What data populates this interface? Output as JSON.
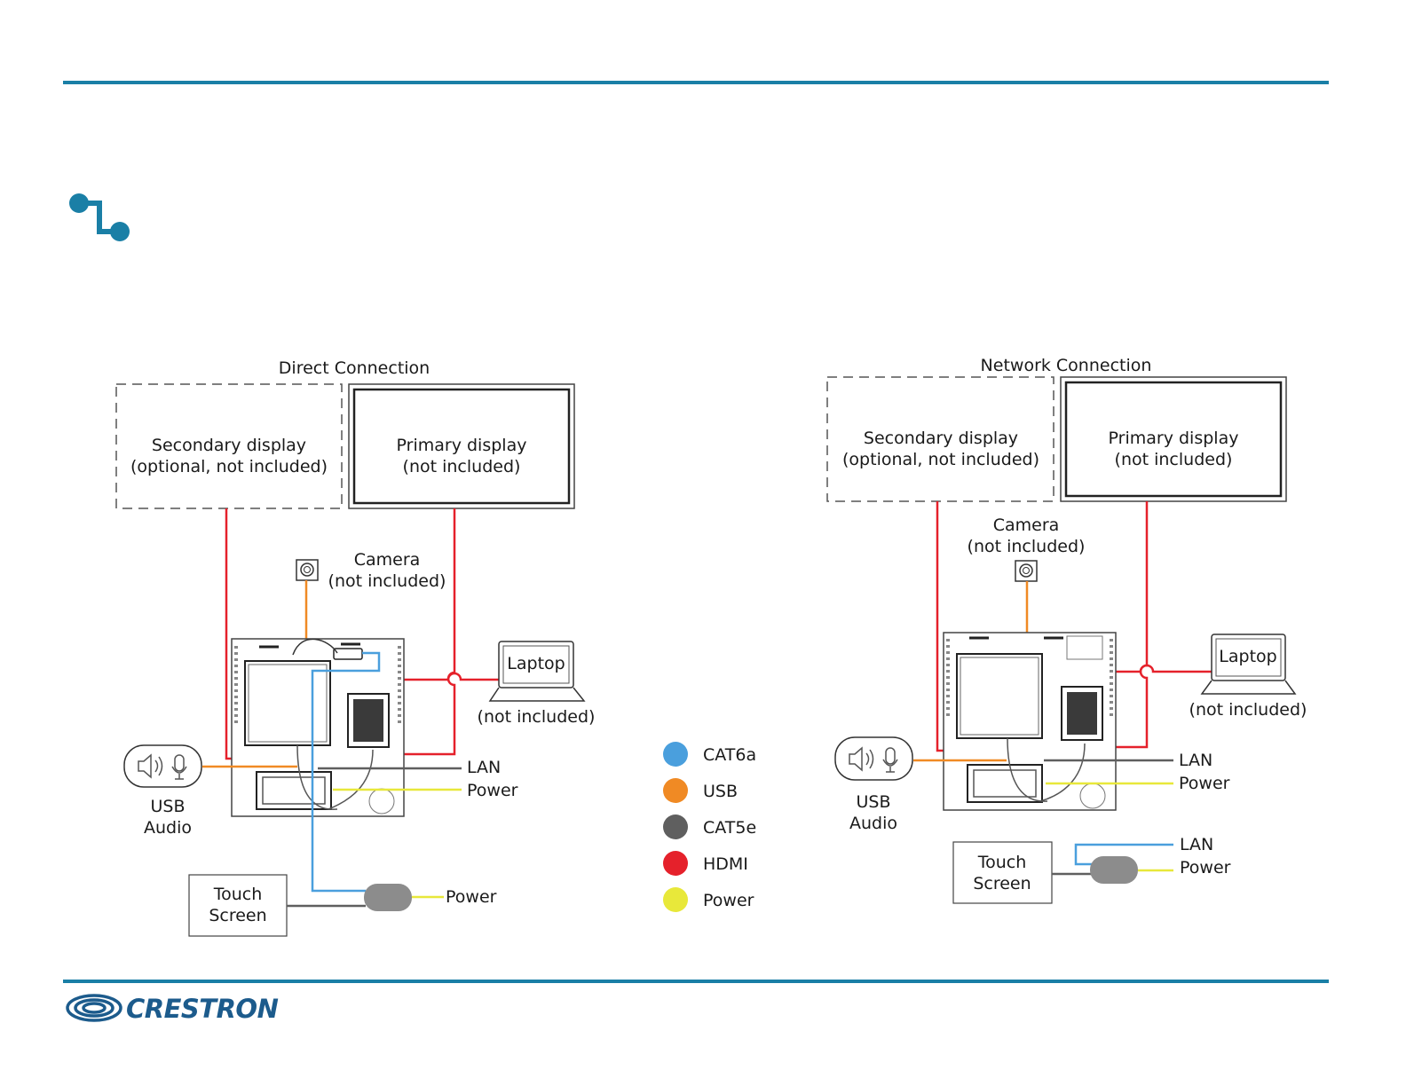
{
  "colors": {
    "accent": "#1a7fa6",
    "cat6a": "#4a9fdd",
    "usb": "#f08a24",
    "cat5e": "#5f5f5f",
    "hdmi": "#e5212b",
    "power": "#e8e83a",
    "logo": "#1c5b8c"
  },
  "header": {
    "section_icon": "connection-path-icon"
  },
  "direct": {
    "title": "Direct Connection",
    "secondary_display": [
      "Secondary display",
      "(optional, not included)"
    ],
    "primary_display": [
      "Primary display",
      "(not included)"
    ],
    "camera": [
      "Camera",
      "(not included)"
    ],
    "laptop": "Laptop",
    "laptop_note": "(not included)",
    "lan": "LAN",
    "power": "Power",
    "usb_audio": [
      "USB",
      "Audio"
    ],
    "touch_screen": [
      "Touch",
      "Screen"
    ],
    "touch_power": "Power"
  },
  "network": {
    "title": "Network Connection",
    "secondary_display": [
      "Secondary display",
      "(optional, not included)"
    ],
    "primary_display": [
      "Primary display",
      "(not included)"
    ],
    "camera": [
      "Camera",
      "(not included)"
    ],
    "laptop": "Laptop",
    "laptop_note": "(not included)",
    "lan": "LAN",
    "power": "Power",
    "usb_audio": [
      "USB",
      "Audio"
    ],
    "touch_screen": [
      "Touch",
      "Screen"
    ],
    "touch_lan": "LAN",
    "touch_power": "Power"
  },
  "legend": [
    {
      "label": "CAT6a",
      "color": "#4a9fdd"
    },
    {
      "label": "USB",
      "color": "#f08a24"
    },
    {
      "label": "CAT5e",
      "color": "#5f5f5f"
    },
    {
      "label": "HDMI",
      "color": "#e5212b"
    },
    {
      "label": "Power",
      "color": "#e8e83a"
    }
  ],
  "footer": {
    "logo_text": "CRESTRON"
  }
}
